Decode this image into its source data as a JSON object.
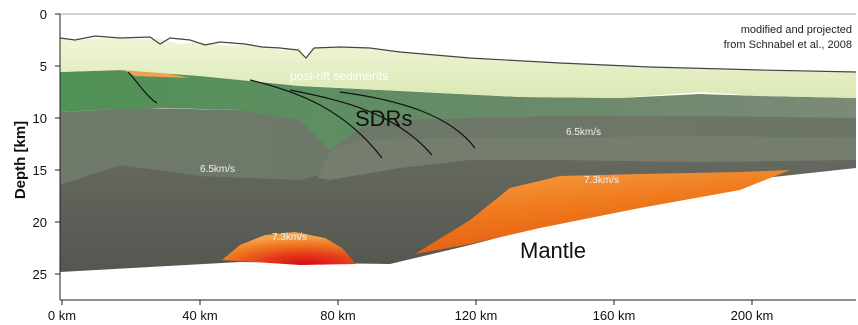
{
  "credit": {
    "line1": "modified and projected",
    "line2": "from Schnabel et al., 2008"
  },
  "axes": {
    "ylabel": "Depth [km]",
    "yticks": [
      "0",
      "5",
      "10",
      "15",
      "20",
      "25"
    ],
    "xticks": [
      "0 km",
      "40 km",
      "80 km",
      "120 km",
      "160 km",
      "200 km"
    ]
  },
  "labels": {
    "post_rift": "post-rift sediments",
    "sdrs": "SDRs",
    "vel_upper_right": "6.5km/s",
    "vel_upper_left": "6.5km/s",
    "vel_lower_right": "7.3km/s",
    "vel_lower_left": "7.3km/s",
    "mantle": "Mantle"
  },
  "colors": {
    "post_rift_sediments": "#e6f0c6",
    "sdr_green": "#5f8f64",
    "upper_crust": "#75806f",
    "lower_crust": "#5b5f57",
    "high_velocity_body": "#ef7b1e",
    "high_velocity_core": "#d81f1b",
    "pre_rift_orange": "#f0a24a"
  }
}
